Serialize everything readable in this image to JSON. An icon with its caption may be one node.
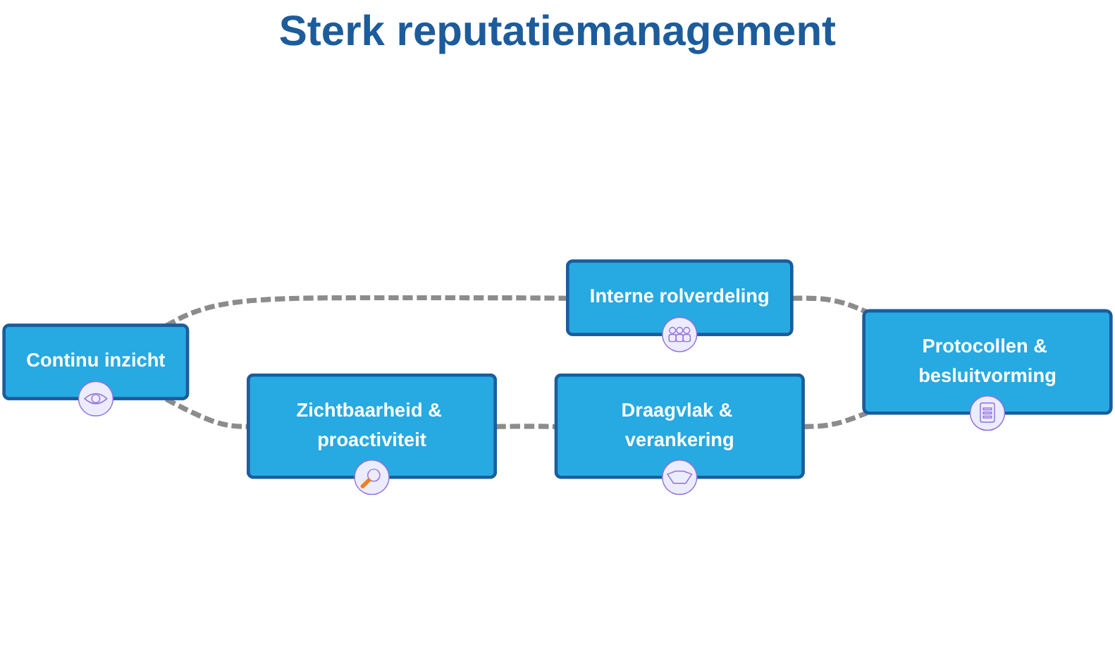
{
  "diagram": {
    "title": "Sterk reputatiemanagement",
    "nodes": [
      {
        "text": [
          "Continu inzicht"
        ]
      },
      {
        "text": [
          "Interne rolverdeling"
        ]
      },
      {
        "text": [
          "Protocollen & besluitvorming"
        ]
      },
      {
        "text": [
          "Zichtbaarheid & proactiviteit"
        ]
      },
      {
        "text": [
          "Draagvlak & verankering"
        ]
      }
    ],
    "edges": [
      {
        "from": 0,
        "to": 1,
        "arrow": "none"
      },
      {
        "from": 1,
        "to": 2,
        "arrow": "none"
      },
      {
        "from": 0,
        "to": 3,
        "arrow": "none"
      },
      {
        "from": 3,
        "to": 4,
        "arrow": "none"
      },
      {
        "from": 4,
        "to": 2,
        "arrow": "none"
      }
    ]
  }
}
